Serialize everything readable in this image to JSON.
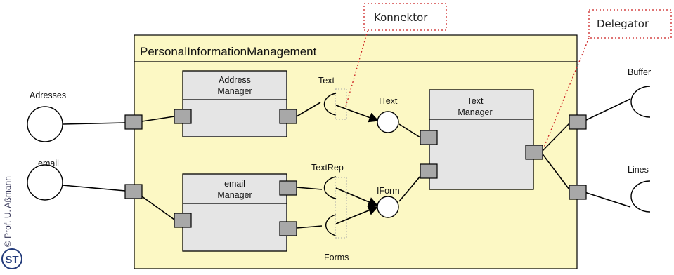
{
  "package": {
    "title": "PersonalInformationManagement"
  },
  "components": {
    "address_manager": {
      "line1": "Address",
      "line2": "Manager"
    },
    "email_manager": {
      "line1": "email",
      "line2": "Manager"
    },
    "text_manager": {
      "line1": "Text",
      "line2": "Manager"
    }
  },
  "external": {
    "adresses": "Adresses",
    "email": "email",
    "buffer": "Buffer",
    "lines": "Lines"
  },
  "interfaces": {
    "text": "Text",
    "itext": "IText",
    "textrep": "TextRep",
    "iform": "IForm",
    "forms": "Forms"
  },
  "callouts": {
    "konnektor": "Konnektor",
    "delegator": "Delegator"
  },
  "footer": {
    "copyright": "© Prof. U. Aßmann",
    "logo": "ST"
  },
  "colors": {
    "package_fill": "#fcf8c4",
    "component_fill": "#e5e5e5",
    "port_fill": "#a8a8a8",
    "callout_border": "#cc2222"
  }
}
